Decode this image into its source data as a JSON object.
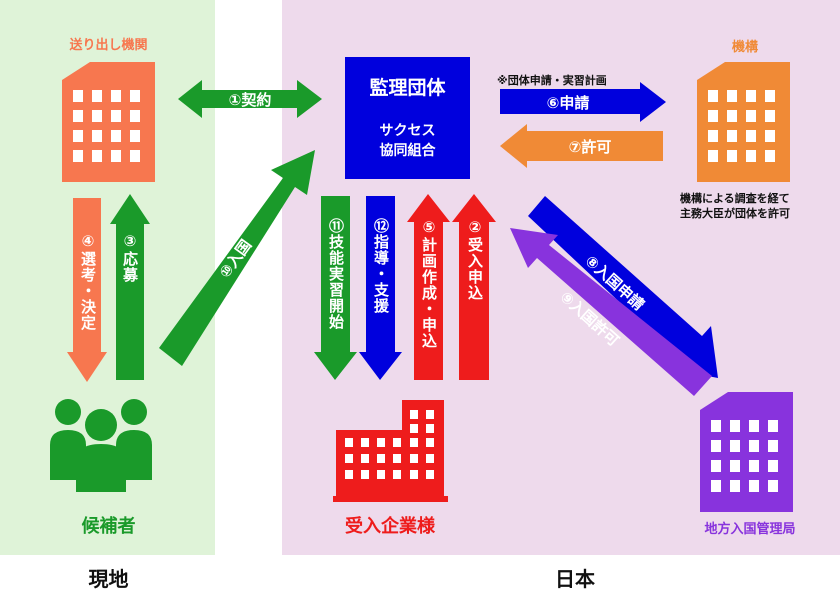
{
  "regions": {
    "local": "現地",
    "japan": "日本"
  },
  "nodes": {
    "sending_org": "送り出し機関",
    "candidates": "候補者",
    "supervising_org": {
      "title": "監理団体",
      "name_line1": "サクセス",
      "name_line2": "協同組合"
    },
    "agency": "機構",
    "agency_note_line1": "機構による調査を経て",
    "agency_note_line2": "主務大臣が団体を許可",
    "host_company": "受入企業様",
    "immigration_bureau": "地方入国管理局"
  },
  "arrows": {
    "contract": "①契約",
    "apply_accept": "②受入申込",
    "apply_recruit": "③応募",
    "select_decide": "④選考・決定",
    "plan_apply": "⑤計画作成・申込",
    "application": "⑥申請",
    "application_note": "※団体申請・実習計画",
    "permission": "⑦許可",
    "entry_application": "⑧入国申請",
    "entry_permission": "⑨入国許可",
    "entry": "⑩入国",
    "training_start": "⑪技能実習開始",
    "guidance": "⑫指導・支援"
  },
  "colors": {
    "local_bg": "#dff3d8",
    "japan_bg": "#eedaec",
    "green": "#1a9a2a",
    "orange": "#f7774f",
    "blue": "#0000dd",
    "red": "#ee1c1c",
    "amber": "#f08a36",
    "purple": "#8833dd"
  },
  "icons": [
    "office-building-icon",
    "people-group-icon",
    "factory-building-icon"
  ]
}
